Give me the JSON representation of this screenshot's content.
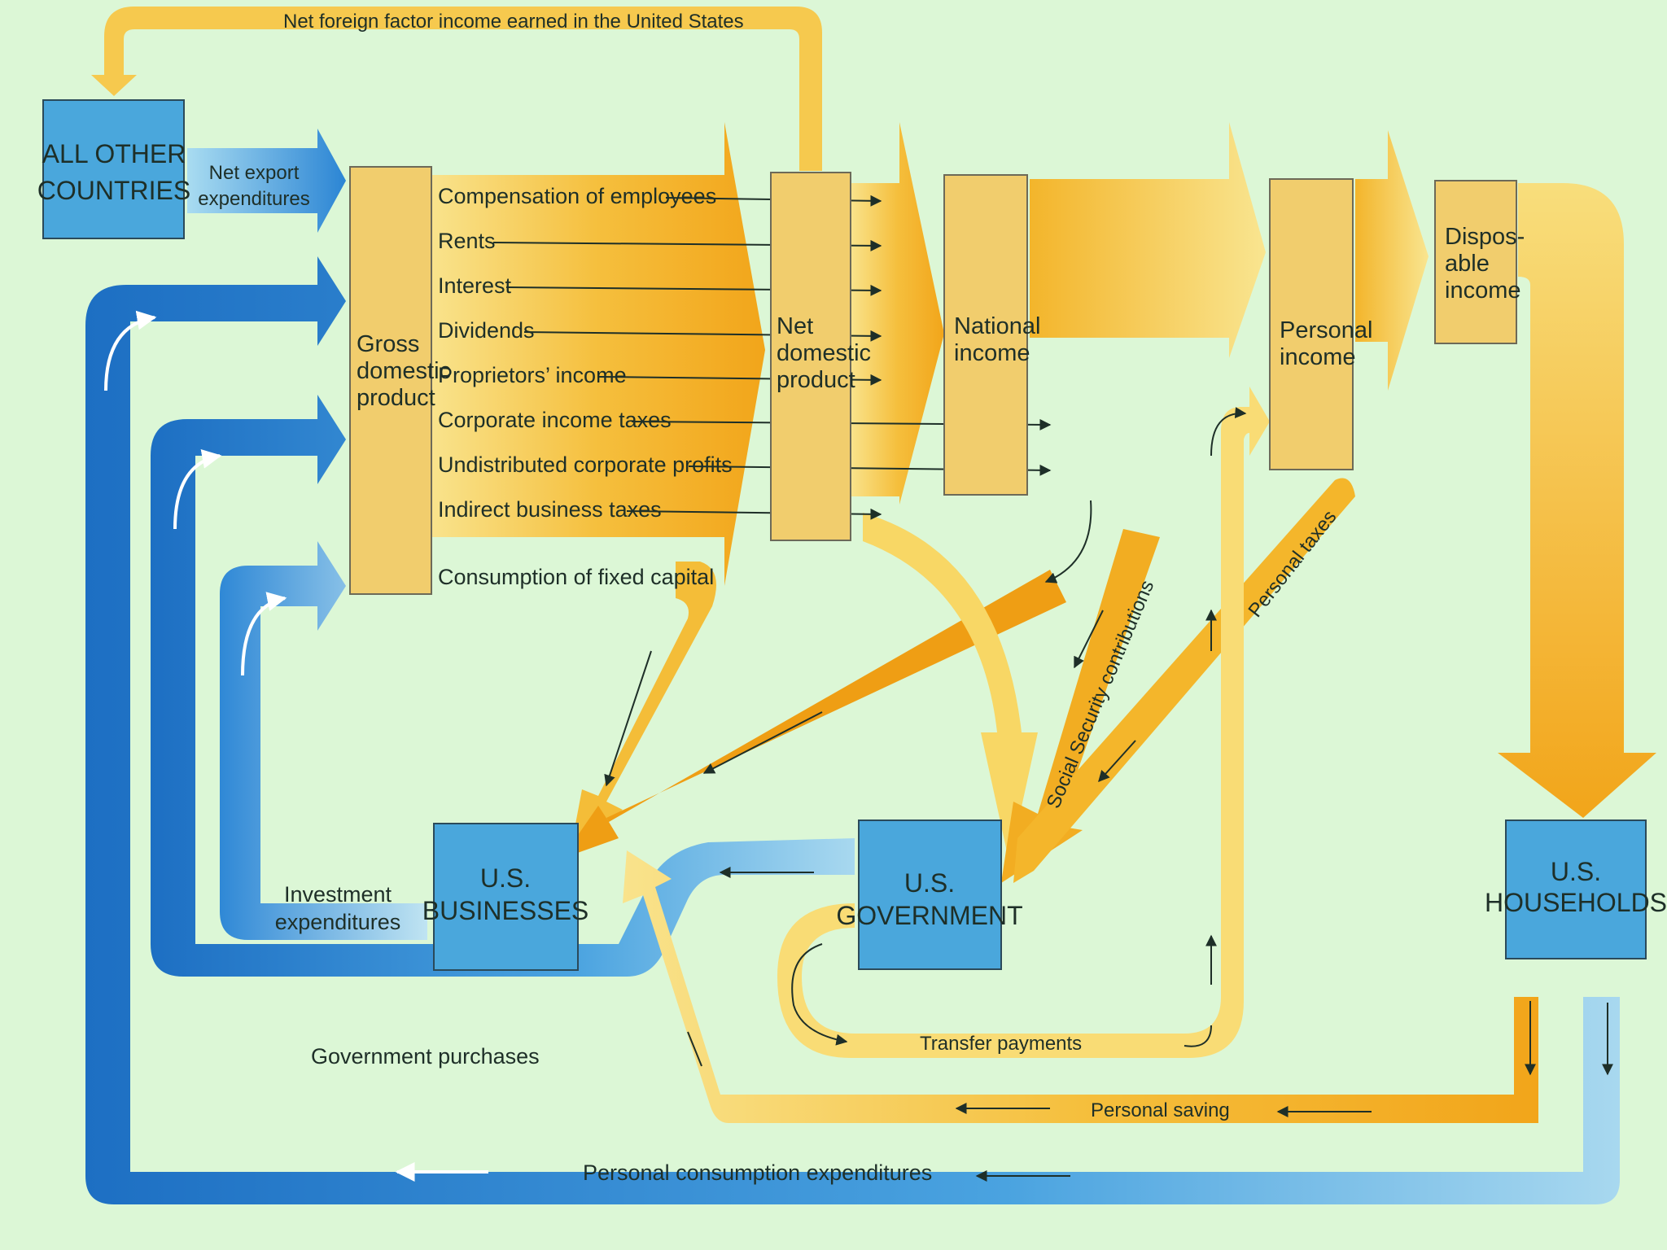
{
  "entities": {
    "all_other_countries": [
      "ALL OTHER",
      "COUNTRIES"
    ],
    "us_businesses": [
      "U.S.",
      "BUSINESSES"
    ],
    "us_government": [
      "U.S.",
      "GOVERNMENT"
    ],
    "us_households": [
      "U.S.",
      "HOUSEHOLDS"
    ]
  },
  "accounts": {
    "gdp": [
      "Gross",
      "domestic",
      "product"
    ],
    "ndp": [
      "Net",
      "domestic",
      "product"
    ],
    "national_income": [
      "National",
      "income"
    ],
    "personal_income": [
      "Personal",
      "income"
    ],
    "disposable_income": [
      "Dispos-",
      "able",
      "income"
    ]
  },
  "gdp_components": [
    "Compensation of employees",
    "Rents",
    "Interest",
    "Dividends",
    "Proprietors’ income",
    "Corporate income taxes",
    "Undistributed corporate profits",
    "Indirect business taxes",
    "Consumption of fixed capital"
  ],
  "flows": {
    "net_foreign_factor_income": "Net foreign factor income earned in the United States",
    "net_export": [
      "Net export",
      "expenditures"
    ],
    "investment": [
      "Investment",
      "expenditures"
    ],
    "government_purchases": "Government purchases",
    "personal_consumption": "Personal consumption expenditures",
    "personal_saving": "Personal saving",
    "transfer_payments": "Transfer payments",
    "social_security": "Social Security contributions",
    "personal_taxes": "Personal taxes"
  },
  "colors": {
    "background": "#dcf7d6",
    "box_blue": "#4aa7dc",
    "box_yellow": "#f1cd6d",
    "flow_orange": "#f2a71b",
    "flow_yellow": "#f7d765",
    "flow_blue_dark": "#1d6fc3",
    "flow_blue_light": "#8fcbe9"
  }
}
